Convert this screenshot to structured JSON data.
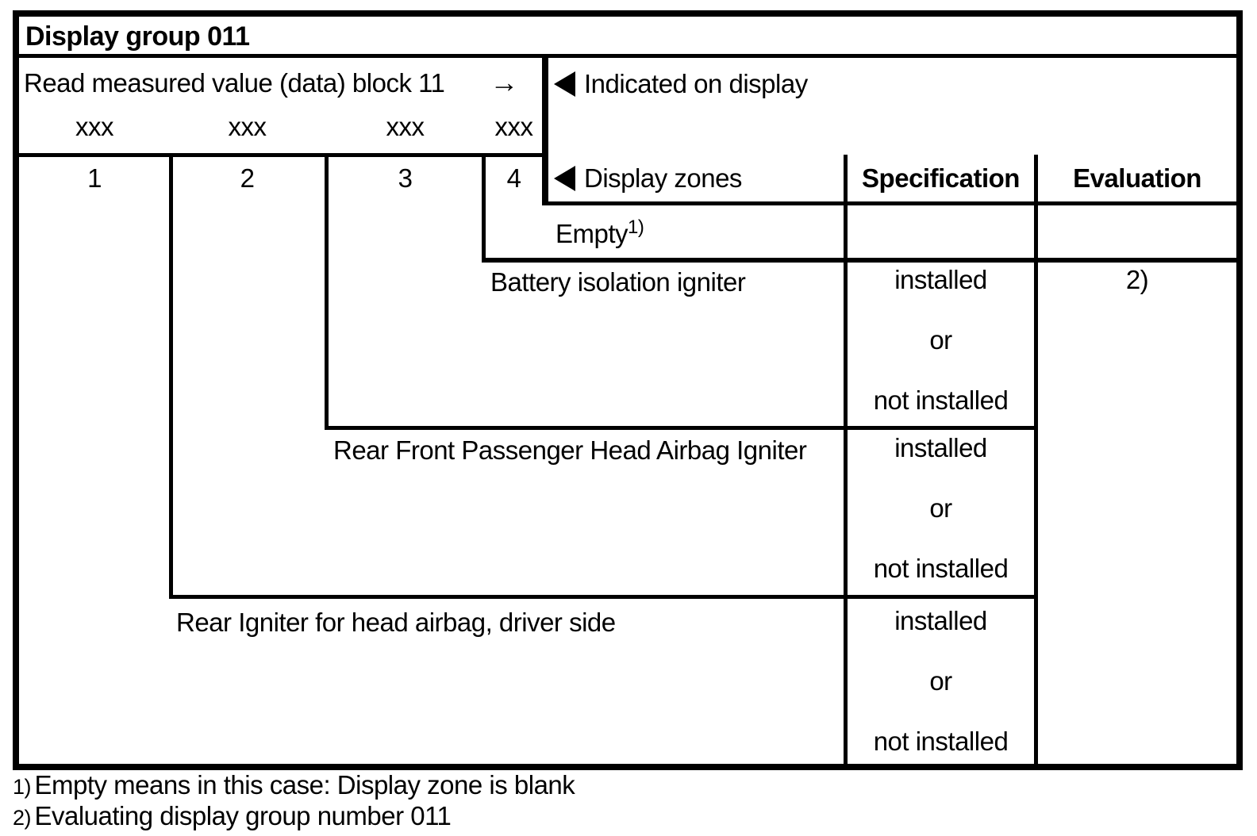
{
  "page": {
    "title": "Display group 011"
  },
  "measure_block": {
    "label": "Read measured value (data) block 11",
    "arrow": "→",
    "placeholders": [
      "xxx",
      "xxx",
      "xxx",
      "xxx"
    ]
  },
  "headers": {
    "indicated": "Indicated on display",
    "display_zones": "Display zones",
    "specification": "Specification",
    "evaluation": "Evaluation",
    "zone_numbers": [
      "1",
      "2",
      "3",
      "4"
    ]
  },
  "rows": [
    {
      "zone": "Empty",
      "zone_footnote": "1)",
      "spec": [
        "",
        "",
        ""
      ],
      "evaluation": ""
    },
    {
      "zone": "Battery isolation igniter",
      "spec": [
        "installed",
        "or",
        "not installed"
      ],
      "evaluation": "2)"
    },
    {
      "zone": "Rear Front Passenger Head Airbag Igniter",
      "spec": [
        "installed",
        "or",
        "not installed"
      ],
      "evaluation": ""
    },
    {
      "zone": "Rear Igniter for head airbag, driver side",
      "spec": [
        "installed",
        "or",
        "not installed"
      ],
      "evaluation": ""
    }
  ],
  "footnotes": [
    {
      "marker": "1)",
      "text": "Empty means in this case: Display zone is blank"
    },
    {
      "marker": "2)",
      "text": "Evaluating display group number 011"
    }
  ]
}
